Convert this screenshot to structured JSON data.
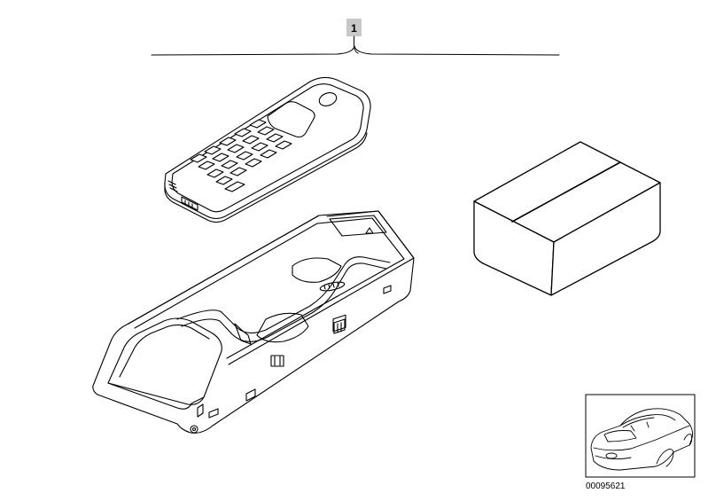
{
  "callout": {
    "number": "1"
  },
  "reference": {
    "diagram_id": "00095621"
  },
  "colors": {
    "line": "#000000",
    "callout_box": "#c8c8c8",
    "background": "#ffffff"
  },
  "parts": [
    {
      "name": "handset",
      "icon": "mobile-phone-handset"
    },
    {
      "name": "cradle",
      "icon": "phone-cradle-holder"
    },
    {
      "name": "package",
      "icon": "cardboard-box"
    }
  ],
  "thumbnail": {
    "icon": "car-rear-three-quarter-view"
  }
}
